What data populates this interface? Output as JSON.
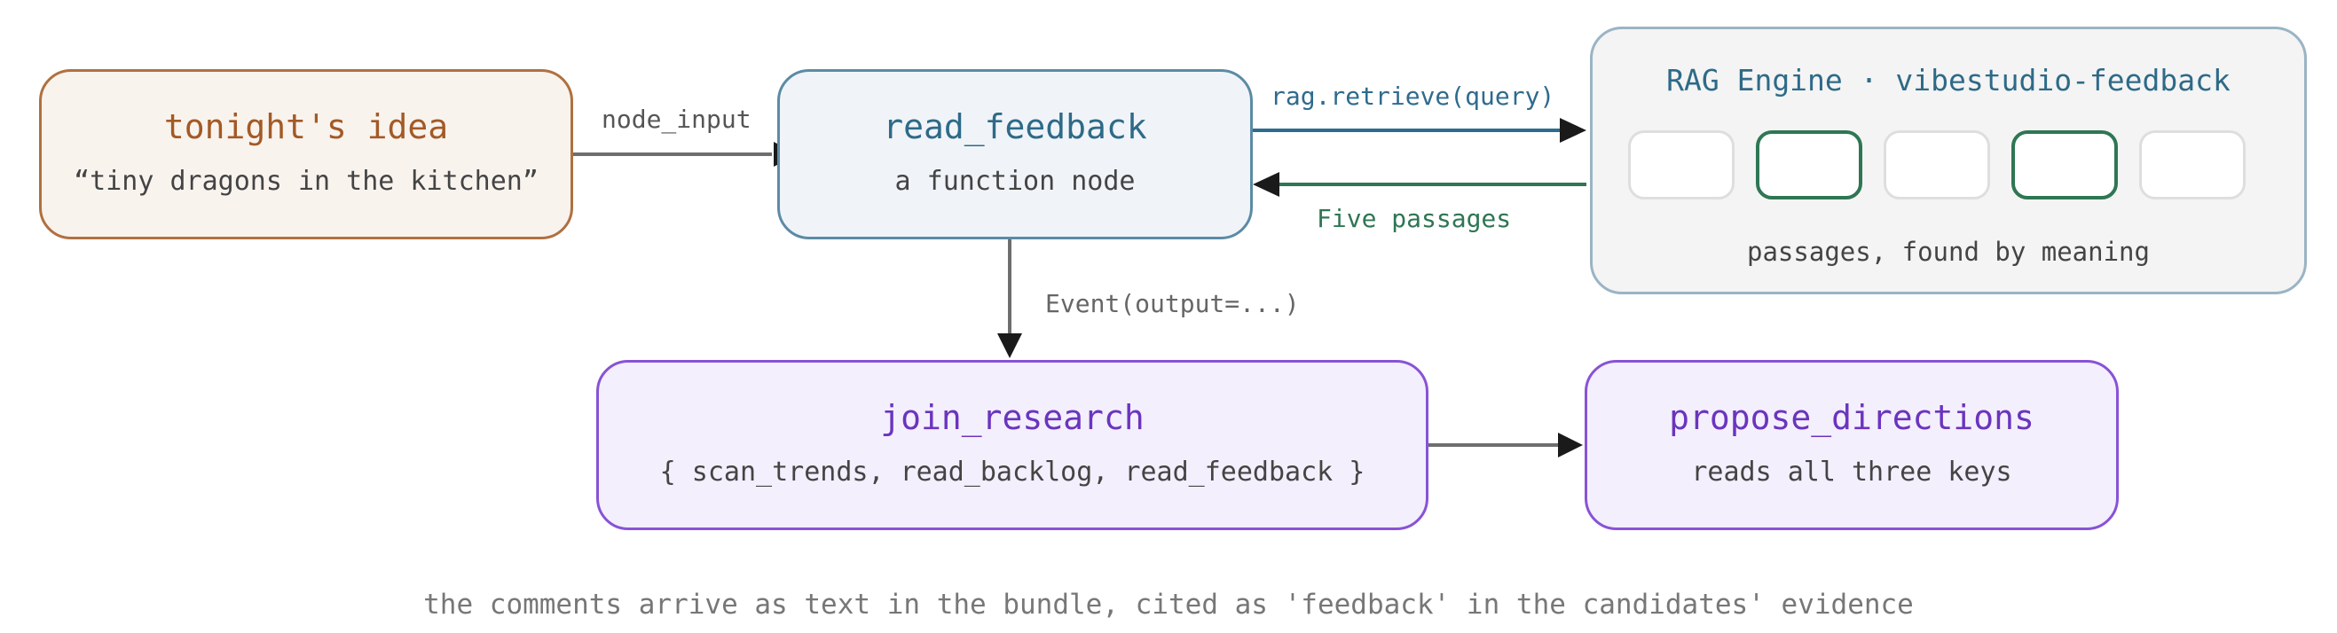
{
  "colors": {
    "idea": "#b07040",
    "feedback": "#5b8ba5",
    "rag": "#9ab4c4",
    "join": "#8853d6",
    "passage_hit": "#2f7654",
    "arrow_gray": "#6e6e6e",
    "arrow_blue": "#2f6b8e",
    "arrow_green": "#2f7654"
  },
  "nodes": {
    "idea": {
      "title": "tonight's idea",
      "subtitle": "“tiny dragons in the kitchen”"
    },
    "read_feedback": {
      "title": "read_feedback",
      "subtitle": "a function node"
    },
    "rag_engine": {
      "title": "RAG Engine · vibestudio-feedback",
      "caption": "passages, found by meaning",
      "passages": [
        false,
        true,
        false,
        true,
        false
      ]
    },
    "join_research": {
      "title": "join_research",
      "subtitle": "{ scan_trends, read_backlog, read_feedback }"
    },
    "propose_directions": {
      "title": "propose_directions",
      "subtitle": "reads all three keys"
    }
  },
  "edges": {
    "node_input": "node_input",
    "retrieve": "rag.retrieve(query)",
    "five_passages": "Five passages",
    "event_output": "Event(output=...)"
  },
  "footer": "the comments arrive as text in the bundle, cited as 'feedback' in the candidates' evidence"
}
